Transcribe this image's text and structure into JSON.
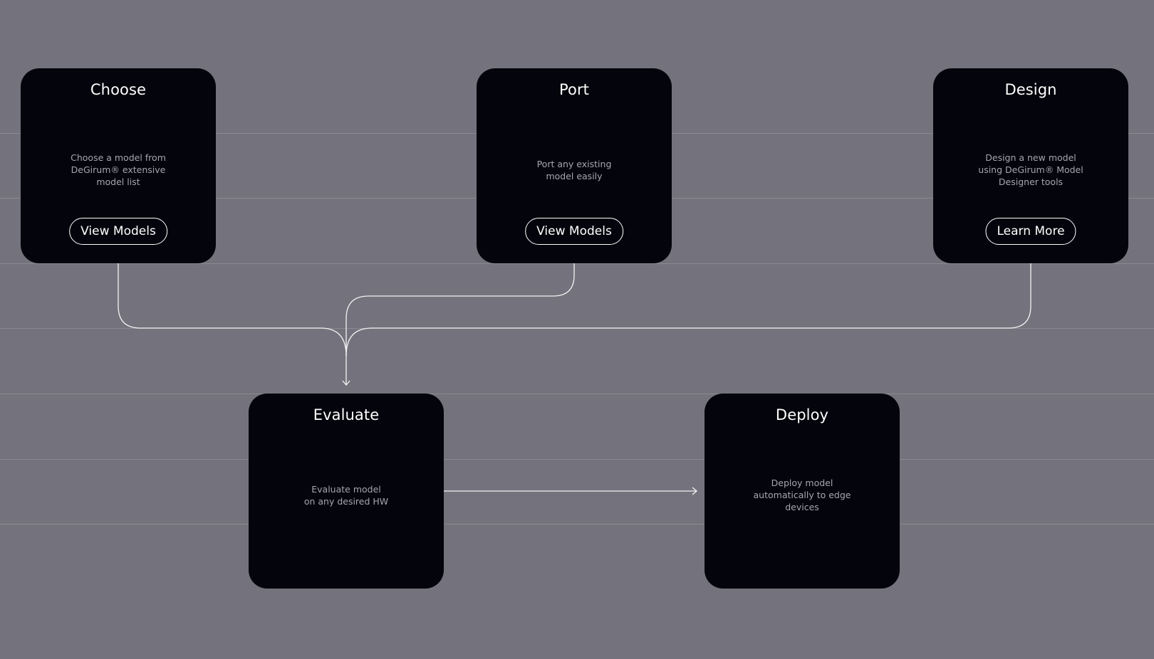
{
  "steps": {
    "choose": {
      "title": "Choose",
      "description": "Choose a model from\nDeGirum® extensive\nmodel list",
      "button": "View Models"
    },
    "port": {
      "title": "Port",
      "description": "Port any existing\nmodel easily",
      "button": "View Models"
    },
    "design": {
      "title": "Design",
      "description": "Design a new model\nusing DeGirum® Model\nDesigner tools",
      "button": "Learn More"
    },
    "evaluate": {
      "title": "Evaluate",
      "description": "Evaluate model\non any desired HW"
    },
    "deploy": {
      "title": "Deploy",
      "description": "Deploy model\nautomatically to edge\ndevices"
    }
  },
  "colors": {
    "background": "#74737d",
    "card": "#04040c",
    "text": "#ffffff",
    "muted_text": "#a6a6b0",
    "connector": "#f2f2f2"
  }
}
